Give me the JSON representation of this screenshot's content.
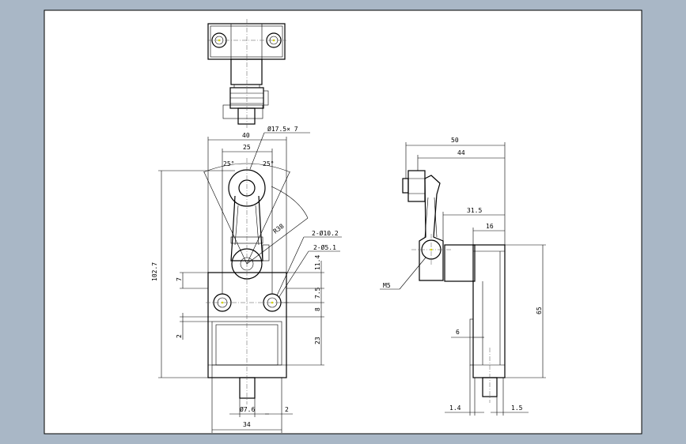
{
  "dimensions": {
    "top_overall": "40",
    "top_inner": "25",
    "roller": "Ø17.5× 7",
    "angle_left": "25°",
    "angle_right": "25°",
    "radius": "R38",
    "hole_large": "2-Ø10.2",
    "hole_small": "2-Ø5.1",
    "height_total": "102.7",
    "left_7": "7",
    "left_2": "2",
    "right_11_4": "11.4",
    "right_7_5": "7.5",
    "right_8": "8",
    "right_23": "23",
    "shaft_dia": "Ø7.6",
    "shaft_2": "2",
    "bottom_width": "34",
    "side_50": "50",
    "side_44": "44",
    "side_31_5": "31.5",
    "side_16": "16",
    "side_65": "65",
    "side_6": "6",
    "side_1_4": "1.4",
    "side_1_5": "1.5",
    "thread": "M5"
  },
  "colors": {
    "background": "#a9b7c6",
    "sheet": "#ffffff",
    "line": "#000000",
    "center_mark": "#d6d600"
  }
}
